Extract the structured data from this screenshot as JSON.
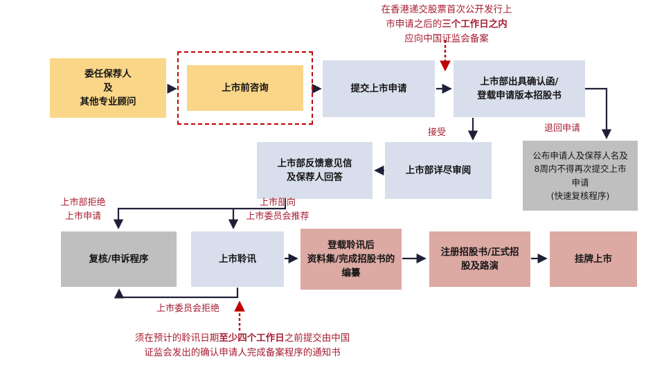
{
  "diagram": {
    "top_note": {
      "line1": "在香港递交股票首次公开发行上",
      "line2_pre": "市申请之后的",
      "line2_bold": "三个工作日之内",
      "line3": "应向中国证监会备案"
    },
    "bottom_note": {
      "line1_pre": "须在预计的聆讯日期",
      "line1_bold": "至少四个工作日",
      "line1_post": "之前提交由中国",
      "line2": "证监会发出的确认申请人完成备案程序的通知书"
    },
    "nodes": {
      "appoint_sponsor": "委任保荐人\n及\n其他专业顾问",
      "pre_listing_consult": "上市前咨询",
      "submit_application": "提交上市申请",
      "confirmation_letter": "上市部出具确认函/\n登载申请版本招股书",
      "feedback_letter": "上市部反馈意见信\n及保荐人回答",
      "detailed_review": "上市部详尽审阅",
      "publish_names": "公布申请人及保荐人名及\n8周内不得再次提交上市\n申请\n(快速复核程序)",
      "review_appeal": "复核/申诉程序",
      "listing_hearing": "上市聆讯",
      "post_hearing_pack": "登载聆讯后\n资料集/完成招股书的\n编纂",
      "register_prospectus": "注册招股书/正式招\n股及路演",
      "listing": "挂牌上市"
    },
    "edge_labels": {
      "accept": "接受",
      "return_application": "退回申请",
      "dept_reject": "上市部拒绝\n上市申请",
      "dept_recommend": "上市部向\n上市委员会推荐",
      "committee_reject": "上市委员会拒绝"
    },
    "colors": {
      "yellow": "#FAD689",
      "blue": "#D8DEEB",
      "gray": "#BFBFBF",
      "pink": "#DCA9A3",
      "dark_red": "#A61C30",
      "dashed_red": "#C00000",
      "arrow": "#1F2038"
    }
  }
}
